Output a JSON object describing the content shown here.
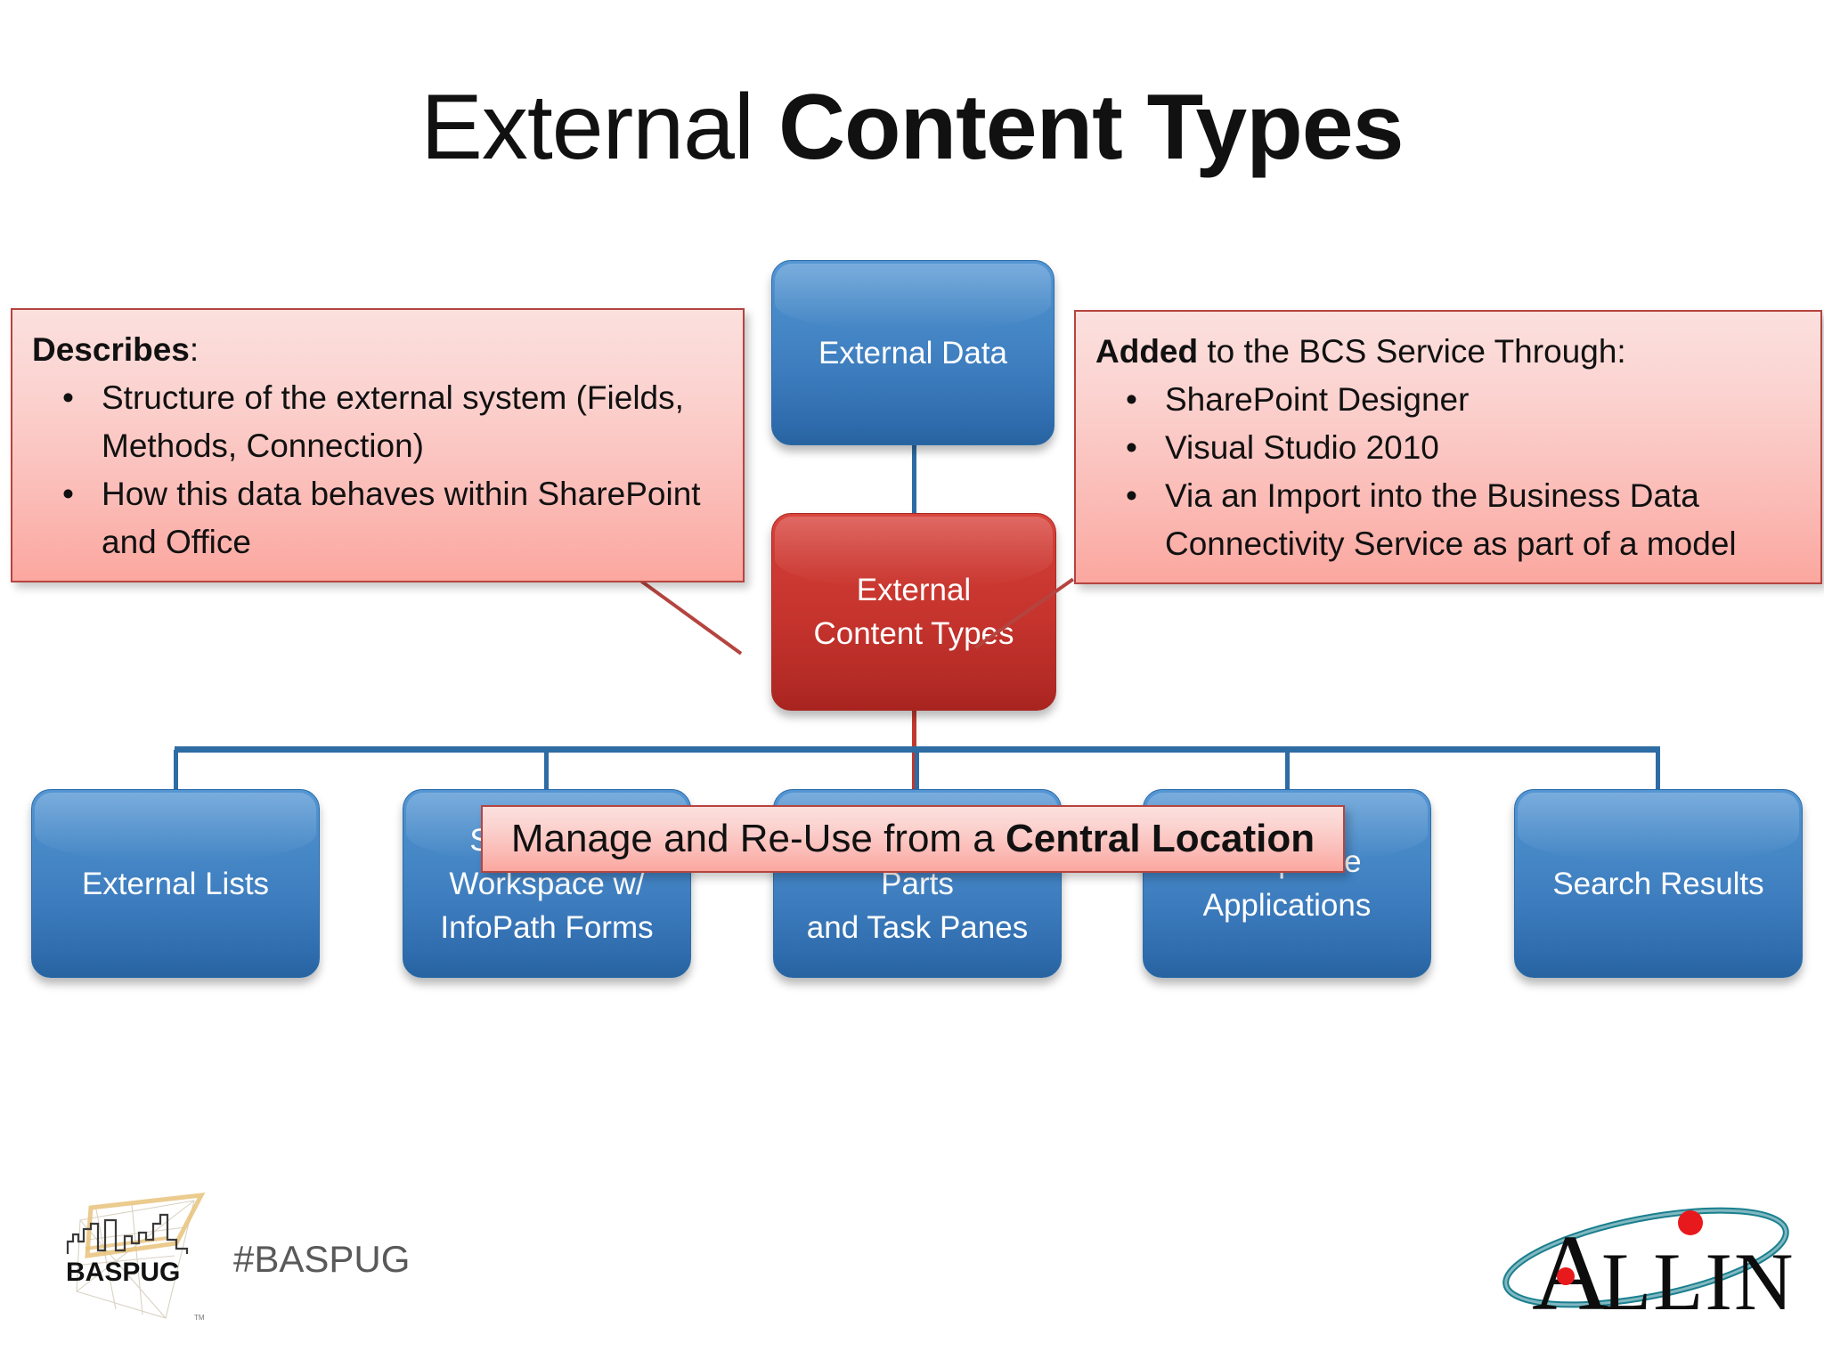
{
  "slide": {
    "title": {
      "light": "External ",
      "bold": "Content Types"
    },
    "background_color": "#ffffff"
  },
  "colors": {
    "blue_node": "#3f7fc0",
    "red_node": "#c5332d",
    "callout_fill": "#fbbbb6",
    "callout_border": "#b5443f",
    "connector_blue": "#2e6ca4",
    "connector_red": "#c0392f",
    "title_text": "#111111",
    "footer_text": "#595959"
  },
  "diagram": {
    "root": {
      "label": "External Data"
    },
    "center": {
      "line1": "External",
      "line2": "Content Types"
    },
    "leaves": [
      {
        "line1": "External Lists",
        "line2": ""
      },
      {
        "line1": "SharePoint",
        "line2": "Workspace w/",
        "line3": "InfoPath Forms"
      },
      {
        "line1": "Office Business Parts",
        "line2": "and Task Panes"
      },
      {
        "line1": "Composite",
        "line2": "Applications"
      },
      {
        "line1": "Search Results",
        "line2": ""
      }
    ]
  },
  "callouts": {
    "left": {
      "heading_bold": "Describes",
      "heading_rest": ":",
      "bullet_glyph": "•",
      "items": [
        "Structure of the external system (Fields, Methods, Connection)",
        "How this data behaves within SharePoint and Office"
      ]
    },
    "right": {
      "heading_bold": "Added",
      "heading_rest": " to the BCS Service Through:",
      "bullet_glyph": "•",
      "items": [
        "SharePoint Designer",
        "Visual Studio 2010",
        "Via an Import into the Business Data Connectivity Service as part of a model"
      ]
    },
    "center": {
      "text_normal": "Manage and Re-Use from a ",
      "text_bold": "Central Location"
    }
  },
  "footer": {
    "baspug_logo_text": "BASPUG",
    "hashtag": "#BASPUG",
    "allin_logo_text": "ALLIN"
  }
}
